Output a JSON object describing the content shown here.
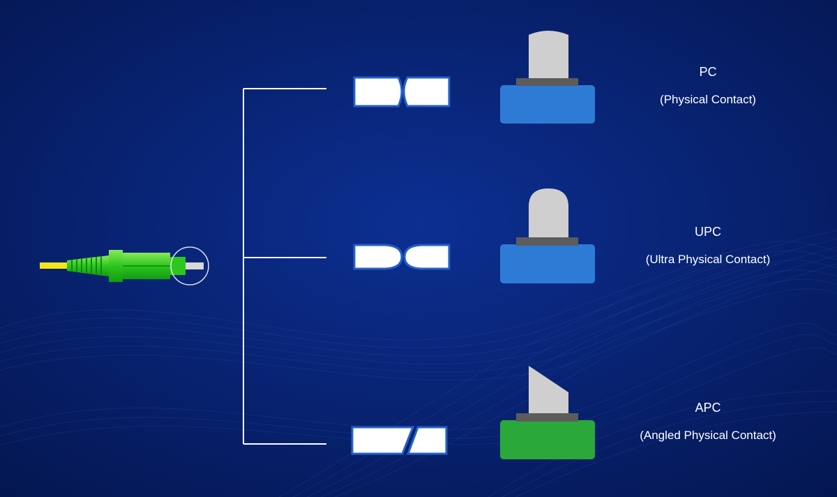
{
  "colors": {
    "background_dark": "#041650",
    "background_mid": "#0a2a88",
    "ferrule": "#cfcfcf",
    "ferrule_collar": "#5c5c5c",
    "pc_body": "#2e7bd6",
    "upc_body": "#2e7bd6",
    "apc_body": "#2aa83a",
    "connector_green": "#22c31c",
    "connector_green_light": "#7ee04a",
    "fiber_yellow": "#f2e41c",
    "end_face_fill": "#ffffff",
    "end_face_stroke": "#2460c8",
    "line": "#ffffff"
  },
  "connector": {
    "icon": "sc-fiber-connector-icon"
  },
  "types": [
    {
      "id": "pc",
      "title": "PC",
      "subtitle": "(Physical Contact)",
      "end_face": "slightly-curved",
      "icon": "pc-ferrule-icon"
    },
    {
      "id": "upc",
      "title": "UPC",
      "subtitle": "(Ultra Physical Contact)",
      "end_face": "domed",
      "icon": "upc-ferrule-icon"
    },
    {
      "id": "apc",
      "title": "APC",
      "subtitle": "(Angled Physical Contact)",
      "end_face": "angled",
      "icon": "apc-ferrule-icon"
    }
  ]
}
